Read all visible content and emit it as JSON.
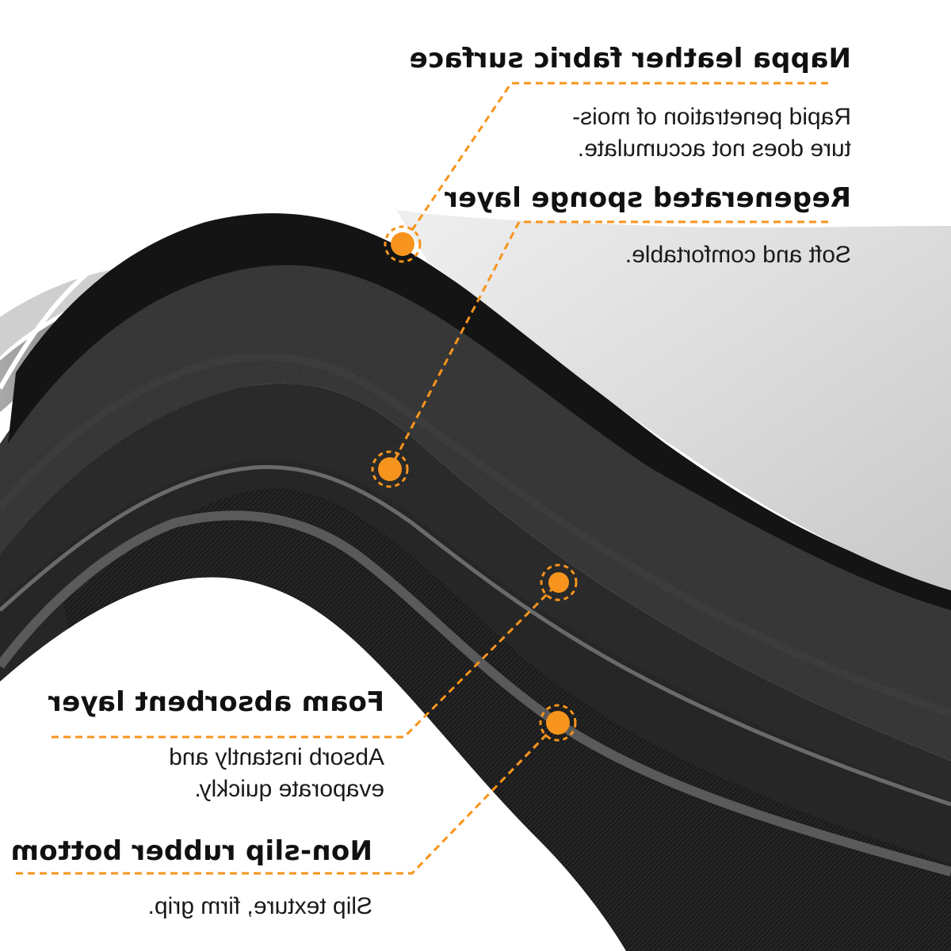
{
  "callouts": [
    {
      "title": "Nappa leather fabric surface",
      "desc_line1": "Rapid penetration of mois-",
      "desc_line2": "ture does not accumulate."
    },
    {
      "title": "Regenerated sponge layer",
      "desc_line1": "Soft and comfortable."
    },
    {
      "title": "Foam absorbent layer",
      "desc_line1": "Absorb instantly and",
      "desc_line2": "evaporate quickly."
    },
    {
      "title": "Non-slip rubber bottom",
      "desc_line1": "Slip texture, firm grip."
    }
  ],
  "colors": {
    "accent": "#f7941d",
    "fabric": "#e2e2e2",
    "sponge": "#2a2a2a",
    "foam": "#1c1c1c",
    "rubber": "#262626",
    "text": "#111111"
  }
}
